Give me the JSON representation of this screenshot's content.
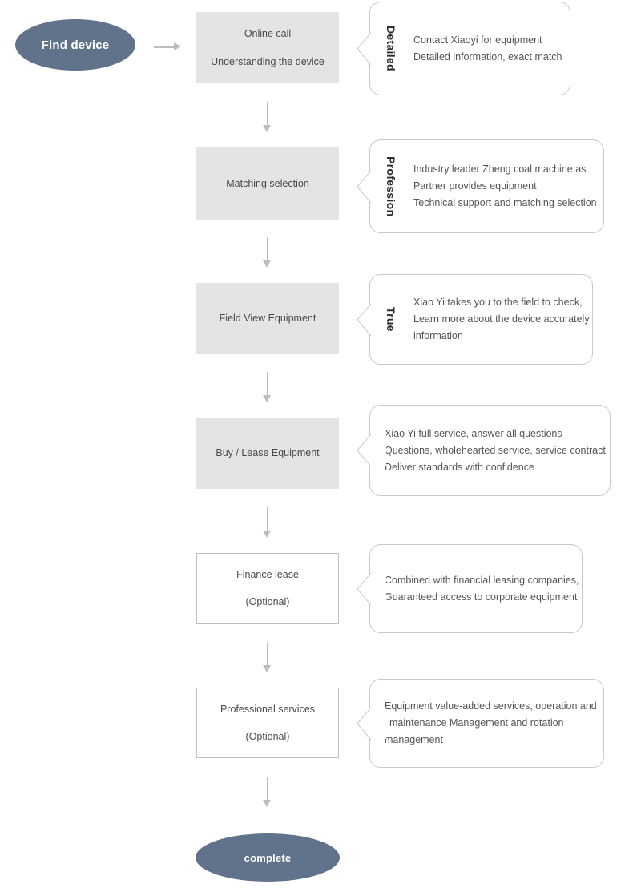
{
  "diagram": {
    "title": "Equipment procurement process flowchart",
    "colors": {
      "terminal_fill": "#61738a",
      "terminal_text": "#ffffff",
      "step_fill": "#e4e4e4",
      "step_border": "#bfbfbf",
      "callout_border": "#c9c9c9",
      "body_text": "#555555",
      "label_text": "#2e2e2e",
      "arrow": "#bdbdbd",
      "background": "#ffffff"
    },
    "start_node": {
      "label": "Find device"
    },
    "end_node": {
      "label": "complete"
    },
    "steps": [
      {
        "line1": "Online call",
        "line2": "Understanding the device",
        "style": "filled"
      },
      {
        "line1": "Matching selection",
        "line2": "",
        "style": "filled"
      },
      {
        "line1": "Field View Equipment",
        "line2": "",
        "style": "filled"
      },
      {
        "line1": "Buy / Lease Equipment",
        "line2": "",
        "style": "filled"
      },
      {
        "line1": "Finance lease",
        "line2": "(Optional)",
        "style": "outlined"
      },
      {
        "line1": "Professional services",
        "line2": "(Optional)",
        "style": "outlined"
      }
    ],
    "callouts": [
      {
        "vertical_label": "Detailed",
        "lines": [
          "Contact Xiaoyi for equipment",
          "Detailed information, exact match"
        ]
      },
      {
        "vertical_label": "Profession",
        "lines": [
          "Industry leader Zheng coal machine as",
          "Partner provides equipment",
          "Technical support and matching selection"
        ]
      },
      {
        "vertical_label": "True",
        "lines": [
          "Xiao Yi takes you to the field to check,",
          "Learn more about the device accurately",
          "information"
        ]
      },
      {
        "vertical_label": "",
        "lines": [
          "Xiao Yi full service, answer all questions",
          "Questions, wholehearted service, service contract",
          "Deliver standards with confidence"
        ]
      },
      {
        "vertical_label": "",
        "lines": [
          "Combined with financial leasing companies,",
          "Guaranteed access to corporate equipment"
        ]
      },
      {
        "vertical_label": "",
        "lines": [
          "Equipment value-added services, operation and",
          "maintenance Management and rotation",
          "management"
        ]
      }
    ],
    "connectors": {
      "start_to_step1": "arrow-right",
      "vertical": [
        "arrow-down",
        "arrow-down",
        "arrow-down",
        "arrow-down",
        "arrow-down",
        "arrow-down"
      ]
    }
  }
}
